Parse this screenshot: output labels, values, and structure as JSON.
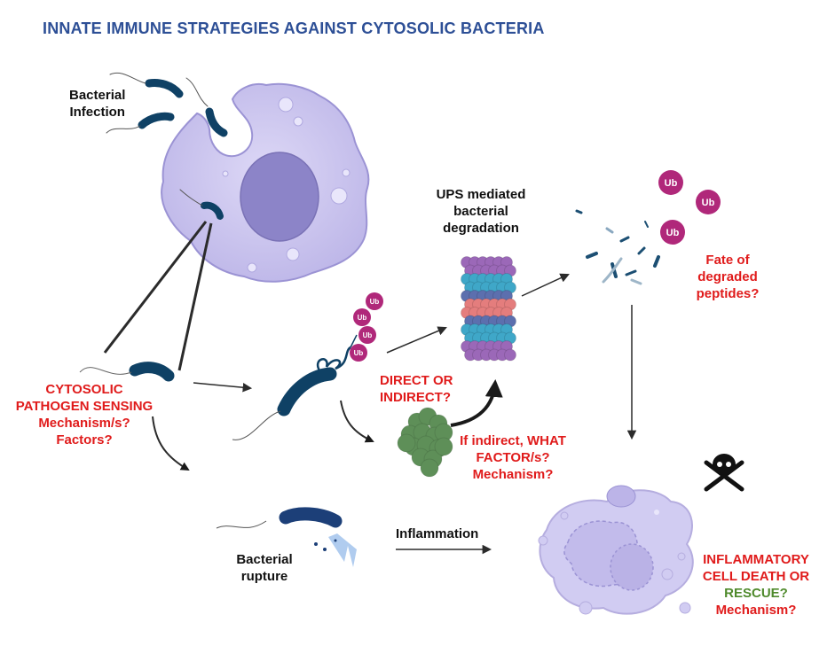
{
  "title": "INNATE IMMUNE STRATEGIES  AGAINST CYTOSOLIC BACTERIA",
  "labels": {
    "bacterial_infection": [
      "Bacterial",
      "Infection"
    ],
    "ups": [
      "UPS mediated",
      "bacterial",
      "degradation"
    ],
    "fate": [
      "Fate of",
      "degraded",
      "peptides?"
    ],
    "sensing": [
      "CYTOSOLIC",
      "PATHOGEN SENSING",
      "Mechanism/s?",
      "Factors?"
    ],
    "direct": [
      "DIRECT OR",
      "INDIRECT?"
    ],
    "indirect": [
      "If indirect, WHAT",
      "FACTOR/s?",
      "Mechanism?"
    ],
    "rupture": [
      "Bacterial",
      "rupture"
    ],
    "inflammation": "Inflammation",
    "death_line1": "INFLAMMATORY",
    "death_line2": "CELL DEATH OR",
    "death_rescue": "RESCUE?",
    "death_mechanism": "Mechanism?",
    "ub": "Ub"
  },
  "colors": {
    "title": "#2d4f96",
    "question_red": "#e01b1b",
    "rescue_green": "#4f8a2c",
    "cell": "#c9c3ec",
    "bacterium": "#1c4f73",
    "ubiquitin": "#b0287a"
  }
}
